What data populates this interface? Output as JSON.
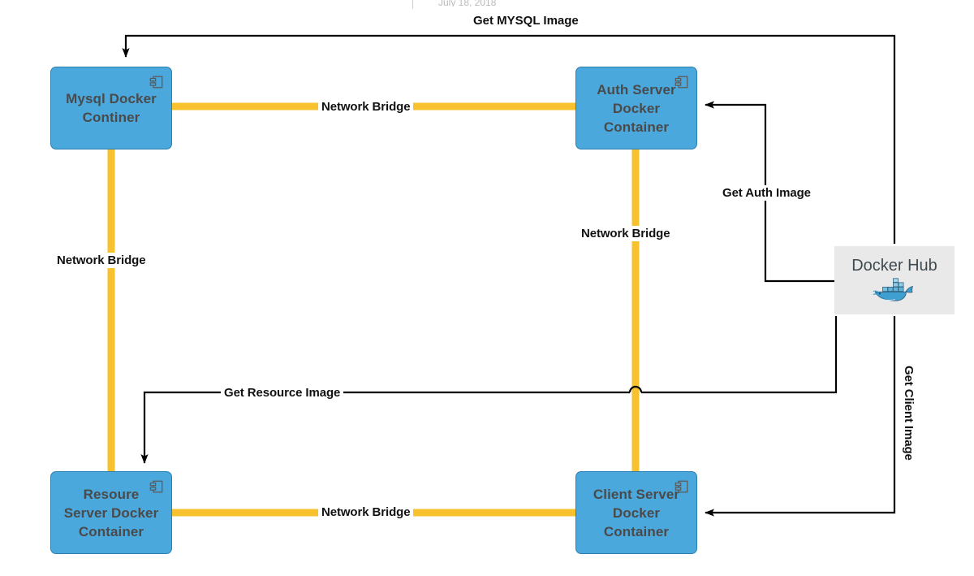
{
  "meta": {
    "byline_fragment": "July 18, 2018"
  },
  "diagram": {
    "title_label": "Get MYSQL Image",
    "nodes": [
      {
        "id": "mysql",
        "label": "Mysql Docker Continer",
        "lines": [
          "Mysql Docker",
          "Continer"
        ],
        "icon": "component-icon",
        "fill": "#4aa8dd"
      },
      {
        "id": "auth",
        "label": "Auth Server Docker Container",
        "lines": [
          "Auth Server",
          "Docker",
          "Container"
        ],
        "icon": "component-icon",
        "fill": "#4aa8dd"
      },
      {
        "id": "resource",
        "label": "Resoure Server Docker Container",
        "lines": [
          "Resoure",
          "Server Docker",
          "Container"
        ],
        "icon": "component-icon",
        "fill": "#4aa8dd"
      },
      {
        "id": "client",
        "label": "Client Server Docker Container",
        "lines": [
          "Client Server",
          "Docker",
          "Container"
        ],
        "icon": "component-icon",
        "fill": "#4aa8dd"
      },
      {
        "id": "dockerhub",
        "label": "Docker Hub",
        "icon": "docker-whale-logo",
        "fill": "#e9e9e9"
      }
    ],
    "edges": [
      {
        "id": "bridge-top",
        "label": "Network Bridge",
        "kind": "network-bridge",
        "color": "#f8c22e"
      },
      {
        "id": "bridge-left",
        "label": "Network Bridge",
        "kind": "network-bridge",
        "color": "#f8c22e"
      },
      {
        "id": "bridge-middle",
        "label": "Network Bridge",
        "kind": "network-bridge",
        "color": "#f8c22e"
      },
      {
        "id": "bridge-bottom",
        "label": "Network Bridge",
        "kind": "network-bridge",
        "color": "#f8c22e"
      },
      {
        "id": "pull-mysql",
        "label": "Get MYSQL Image",
        "kind": "image-pull",
        "color": "#000000"
      },
      {
        "id": "pull-auth",
        "label": "Get Auth Image",
        "kind": "image-pull",
        "color": "#000000"
      },
      {
        "id": "pull-resource",
        "label": "Get Resource Image",
        "kind": "image-pull",
        "color": "#000000"
      },
      {
        "id": "pull-client",
        "label": "Get Client Image",
        "kind": "image-pull",
        "color": "#000000"
      }
    ],
    "colors": {
      "container_fill": "#4aa8dd",
      "container_stroke": "#2d7fb0",
      "container_text": "#4a4a4a",
      "bridge_line": "#f8c22e",
      "pull_line": "#000000",
      "hub_fill": "#e9e9e9",
      "hub_text": "#3f4a50",
      "background": "#ffffff"
    }
  }
}
